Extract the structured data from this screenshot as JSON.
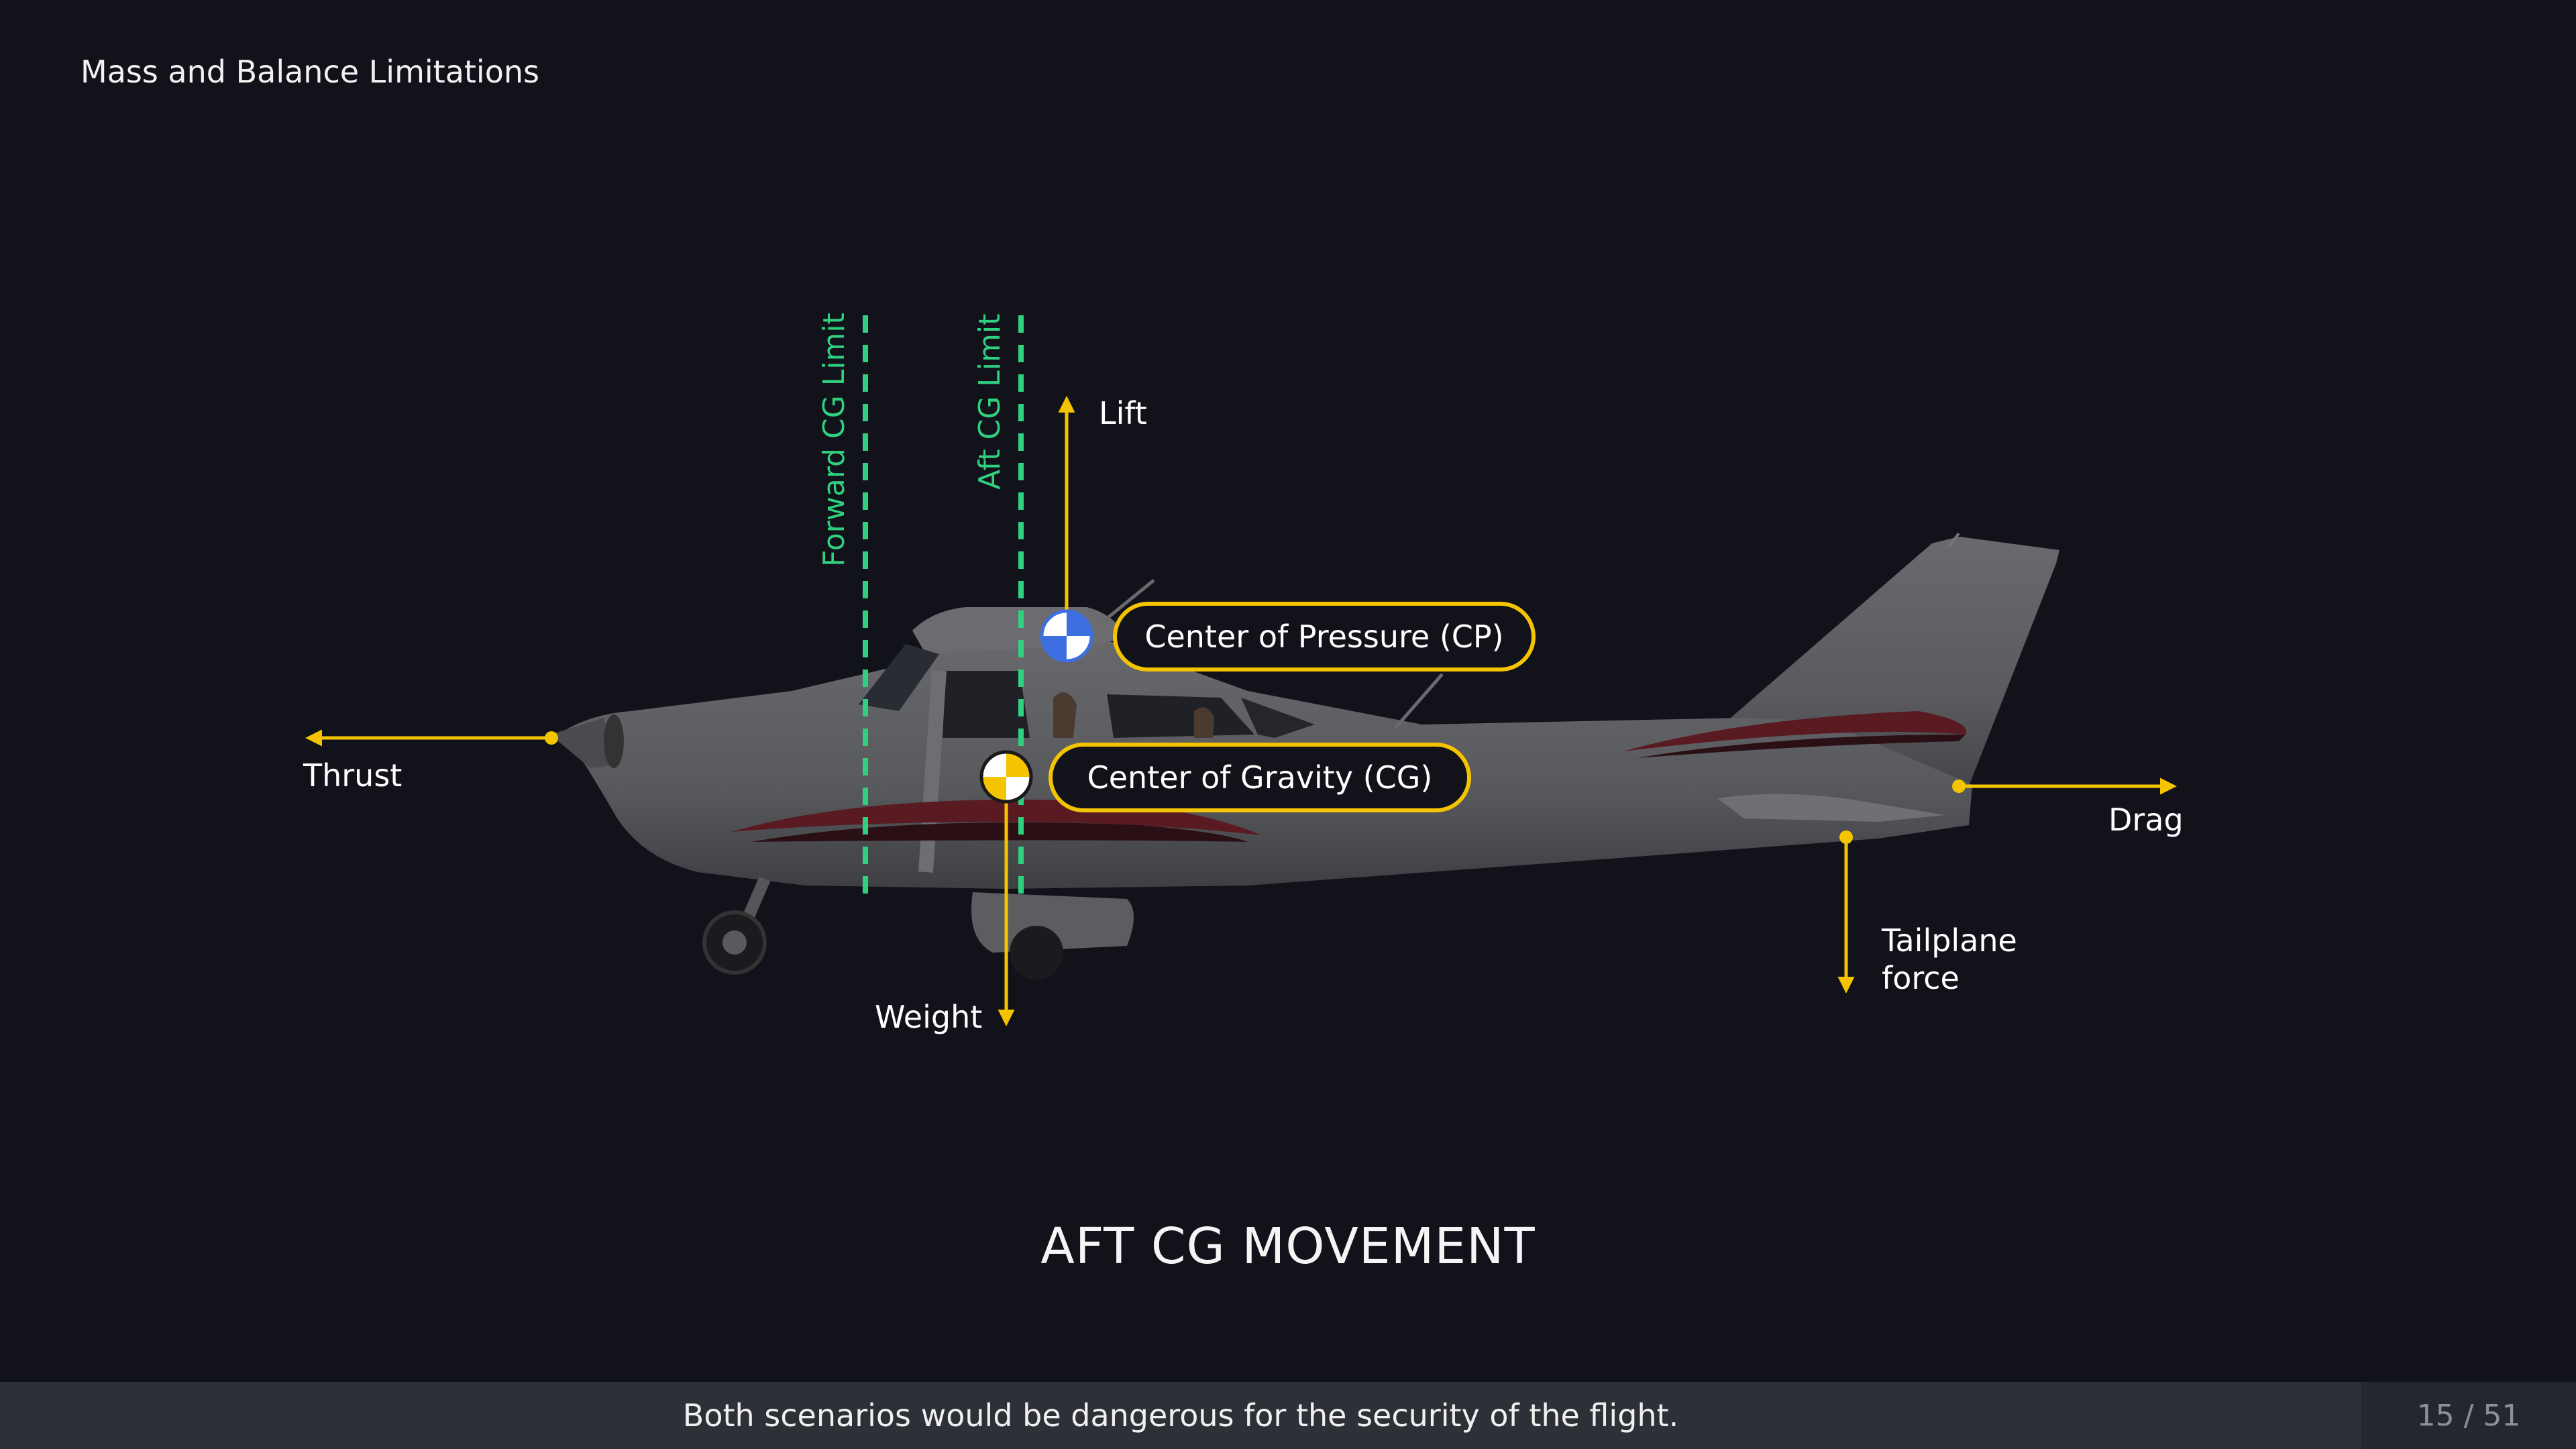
{
  "header": {
    "title": "Mass and Balance Limitations"
  },
  "diagram": {
    "limits": {
      "forward": "Forward CG Limit",
      "aft": "Aft CG Limit"
    },
    "forces": {
      "lift": "Lift",
      "thrust": "Thrust",
      "weight": "Weight",
      "drag": "Drag",
      "tailplane_line1": "Tailplane",
      "tailplane_line2": "force"
    },
    "callouts": {
      "cp": "Center of Pressure (CP)",
      "cg": "Center of Gravity (CG)"
    },
    "colors": {
      "force_arrow": "#f5c400",
      "cg_limit": "#2fd07f",
      "cp_marker": "#3d6fe0",
      "aircraft": "#5b5b5e",
      "stripe": "#5a1a22"
    }
  },
  "subtitle": "AFT CG MOVEMENT",
  "footer": {
    "caption": "Both scenarios would be dangerous for the security of the flight.",
    "page": "15 / 51"
  }
}
